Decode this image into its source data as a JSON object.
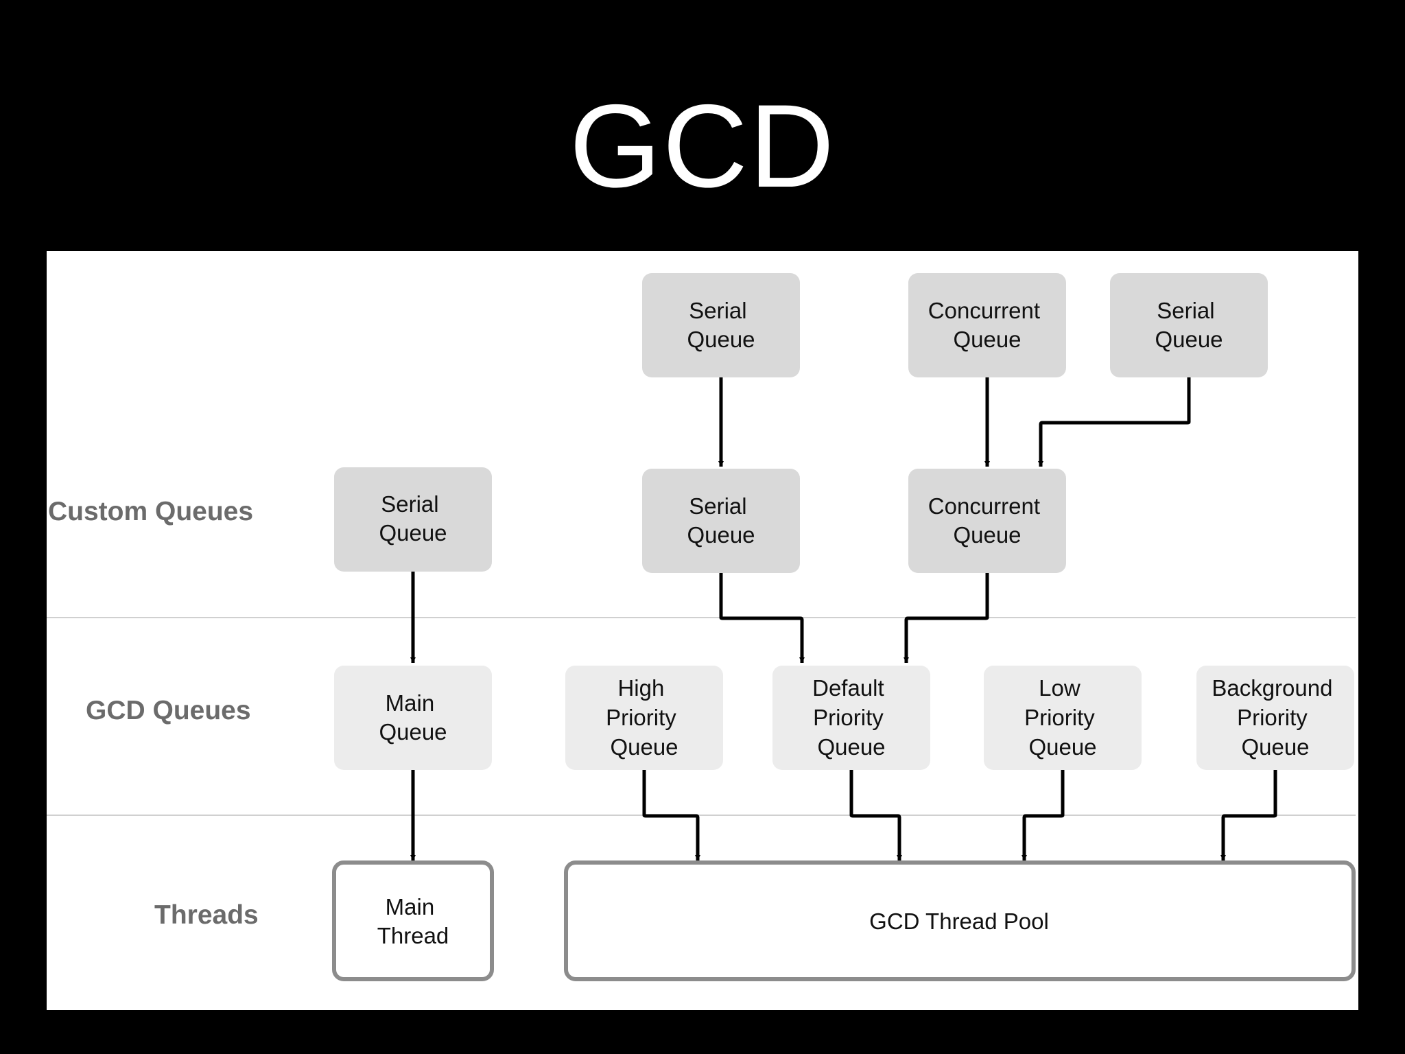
{
  "slide": {
    "title": "GCD"
  },
  "colors": {
    "slide_background": "#000000",
    "title_text": "#ffffff",
    "panel_background": "#ffffff",
    "custom_queue_fill": "#d9d9d9",
    "gcd_queue_fill": "#ececec",
    "thread_border": "#8c8c8c",
    "row_label_text": "#6b6b6b",
    "box_text": "#111111",
    "arrow": "#000000",
    "separator": "#d0d0d0"
  },
  "row_labels": {
    "custom_queues": "Custom Queues",
    "gcd_queues": "GCD Queues",
    "threads": "Threads"
  },
  "custom_queues": {
    "top_serial_a": [
      "Serial",
      "Queue"
    ],
    "top_concurrent": [
      "Concurrent",
      "Queue"
    ],
    "top_serial_b": [
      "Serial",
      "Queue"
    ],
    "serial_left": [
      "Serial",
      "Queue"
    ],
    "serial_mid": [
      "Serial",
      "Queue"
    ],
    "concurrent_mid": [
      "Concurrent",
      "Queue"
    ]
  },
  "gcd_queues": {
    "main": [
      "Main",
      "Queue"
    ],
    "high": [
      "High",
      "Priority",
      "Queue"
    ],
    "default": [
      "Default",
      "Priority",
      "Queue"
    ],
    "low": [
      "Low",
      "Priority",
      "Queue"
    ],
    "background": [
      "Background",
      "Priority",
      "Queue"
    ]
  },
  "threads": {
    "main_thread": [
      "Main",
      "Thread"
    ],
    "thread_pool": [
      "GCD Thread Pool"
    ]
  },
  "connections": [
    {
      "from": "top_serial_a",
      "to": "serial_mid"
    },
    {
      "from": "top_concurrent",
      "to": "concurrent_mid"
    },
    {
      "from": "top_serial_b",
      "to": "concurrent_mid"
    },
    {
      "from": "serial_left",
      "to": "main"
    },
    {
      "from": "serial_mid",
      "to": "default"
    },
    {
      "from": "concurrent_mid",
      "to": "default"
    },
    {
      "from": "main",
      "to": "main_thread"
    },
    {
      "from": "high",
      "to": "thread_pool"
    },
    {
      "from": "default",
      "to": "thread_pool"
    },
    {
      "from": "low",
      "to": "thread_pool"
    },
    {
      "from": "background",
      "to": "thread_pool"
    }
  ]
}
